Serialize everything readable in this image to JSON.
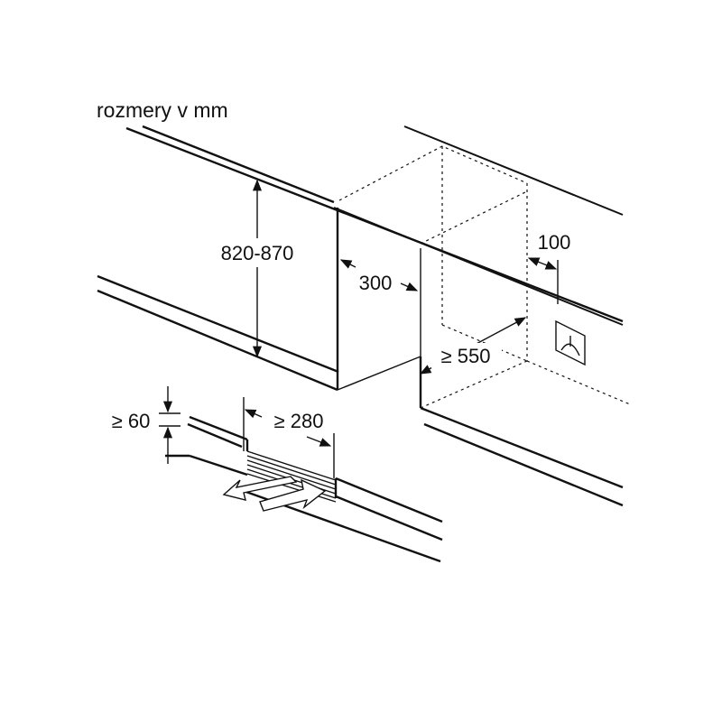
{
  "diagram": {
    "caption": "rozmery v mm",
    "dimensions": {
      "height": "820-870",
      "depth_rear": "300",
      "depth_niche": "≥ 550",
      "socket_offset": "100",
      "plinth_height": "≥ 60",
      "vent_width": "≥ 280"
    },
    "colors": {
      "ink": "#111111",
      "background": "#ffffff"
    },
    "icons": [
      "power-socket-icon",
      "airflow-out-arrow-icon",
      "airflow-in-arrow-icon"
    ]
  }
}
